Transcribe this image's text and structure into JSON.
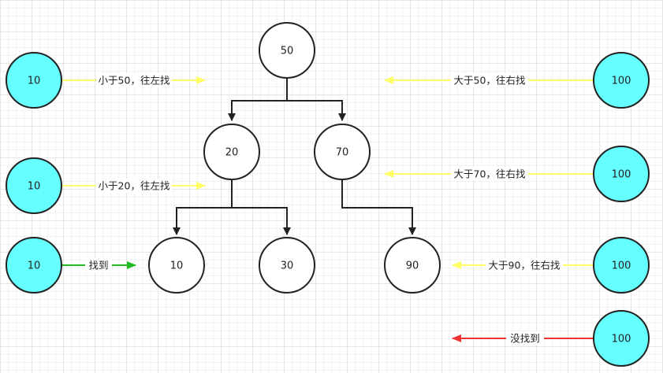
{
  "colors": {
    "tree_node_fill": "#ffffff",
    "search_node_fill": "#66ffff",
    "stroke": "#222222",
    "arrow_yellow": "#ffff66",
    "arrow_green": "#22bb22",
    "arrow_red": "#ee3333"
  },
  "tree": {
    "root": "50",
    "level1_left": "20",
    "level1_right": "70",
    "leaf_10": "10",
    "leaf_30": "30",
    "leaf_90": "90"
  },
  "search_left": {
    "target": "10",
    "steps": [
      {
        "label": "小于50，往左找",
        "color": "yellow"
      },
      {
        "label": "小于20，往左找",
        "color": "yellow"
      },
      {
        "label": "找到",
        "color": "green"
      }
    ]
  },
  "search_right": {
    "target": "100",
    "steps": [
      {
        "label": "大于50，往右找",
        "color": "yellow"
      },
      {
        "label": "大于70，往右找",
        "color": "yellow"
      },
      {
        "label": "大于90，往右找",
        "color": "yellow"
      },
      {
        "label": "没找到",
        "color": "red"
      }
    ]
  }
}
